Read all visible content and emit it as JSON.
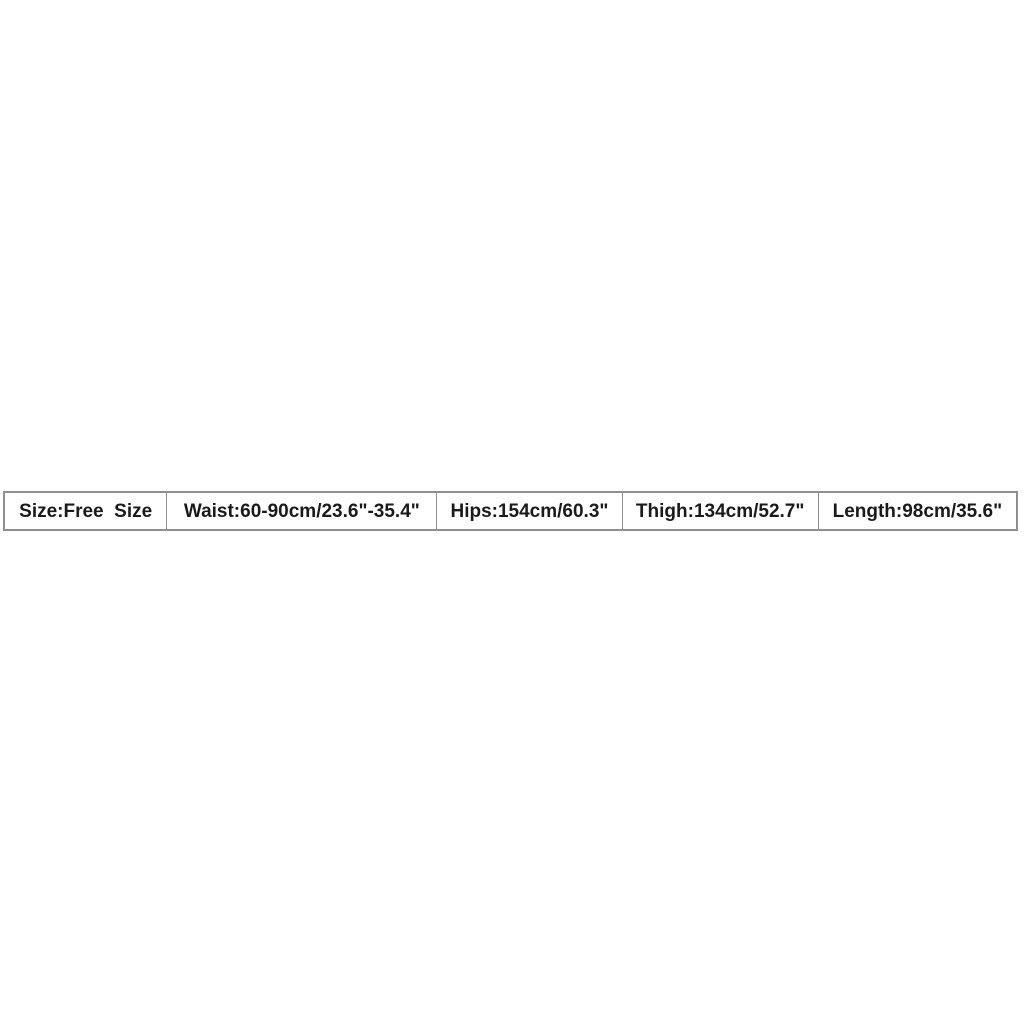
{
  "size_chart": {
    "text_color": "#1a1a1a",
    "border_color": "#8f8f8f",
    "row": [
      {
        "label": "Size:Free  Size"
      },
      {
        "label": "Waist:60-90cm/23.6\"-35.4\""
      },
      {
        "label": "Hips:154cm/60.3\""
      },
      {
        "label": "Thigh:134cm/52.7\""
      },
      {
        "label": "Length:98cm/35.6\""
      }
    ]
  },
  "chart_data": {
    "type": "table",
    "title": "",
    "columns": [
      "Size",
      "Waist",
      "Hips",
      "Thigh",
      "Length"
    ],
    "rows": [
      [
        "Free Size",
        "60-90cm/23.6\"-35.4\"",
        "154cm/60.3\"",
        "134cm/52.7\"",
        "98cm/35.6\""
      ]
    ]
  }
}
